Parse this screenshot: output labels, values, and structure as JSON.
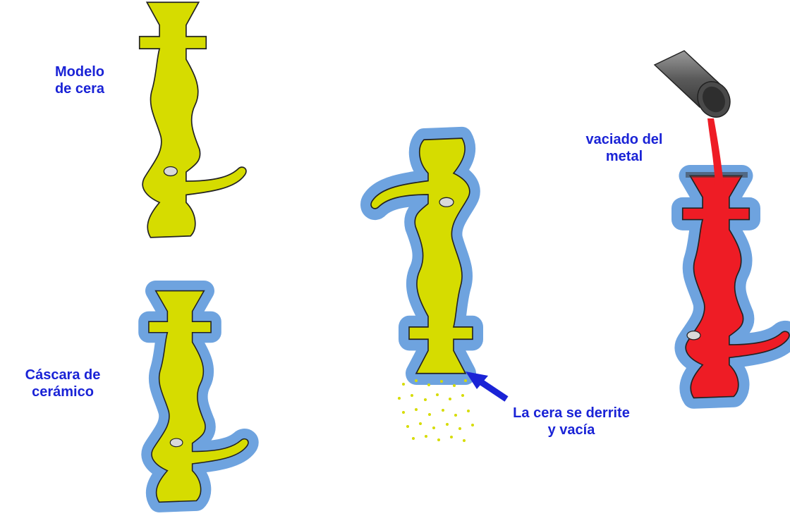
{
  "labels": {
    "wax_model": {
      "line1": "Modelo",
      "line2": "de cera"
    },
    "ceramic_shell": {
      "line1": "Cáscara de",
      "line2": "cerámico"
    },
    "wax_melts": {
      "line1": "La cera se derrite",
      "line2": "y vacía"
    },
    "metal_pour": {
      "line1": "vaciado del",
      "line2": "metal"
    }
  },
  "colors": {
    "wax": "#d6dc00",
    "ceramic": "#6ea3df",
    "metal": "#ee1c25",
    "label": "#1a23d6",
    "outline": "#222222",
    "ladle": "#6b6b6b"
  },
  "icons": {
    "arrow": "arrow-icon",
    "ladle": "ladle-icon"
  }
}
